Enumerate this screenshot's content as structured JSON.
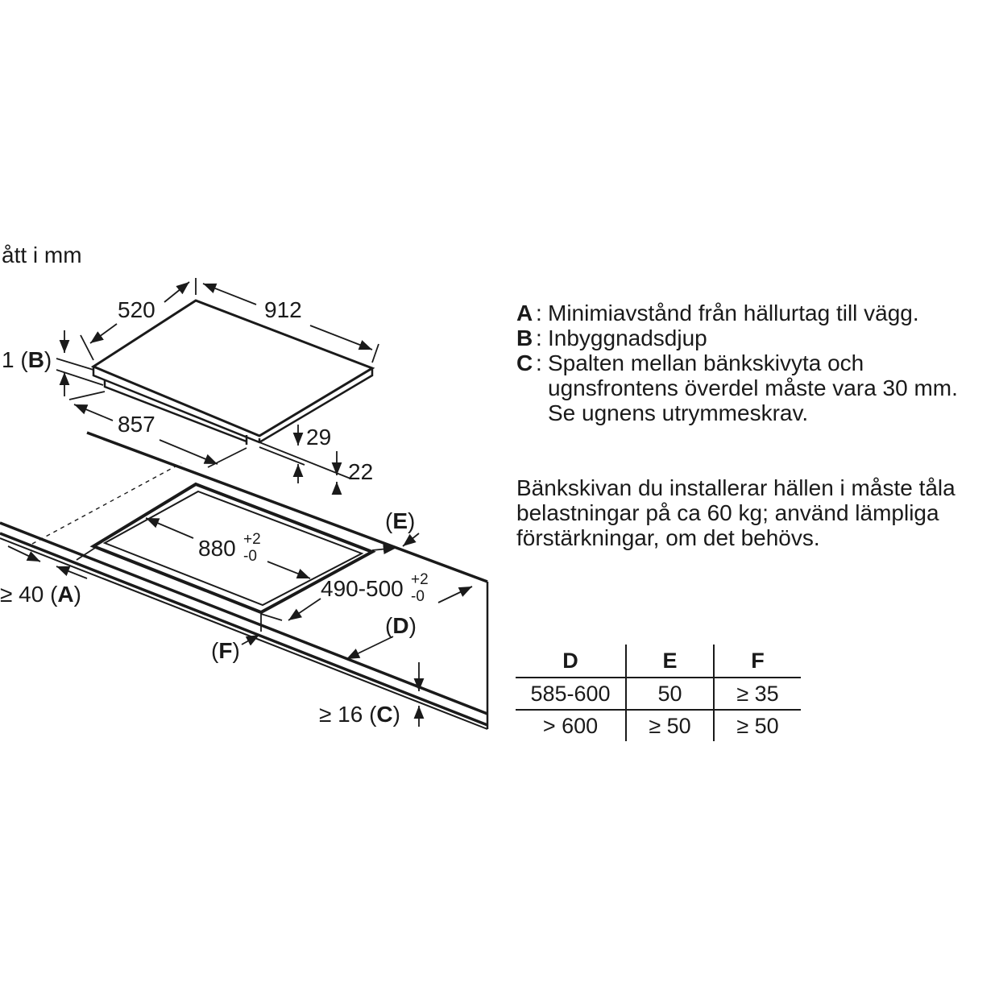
{
  "unit_caption": "ått i mm",
  "dims": {
    "d520": "520",
    "d912": "912",
    "dB": "1 (B)",
    "d857": "857",
    "d29": "29",
    "d22": "22",
    "cutout_w": "880",
    "cutout_w_tol_plus": "+2",
    "cutout_w_tol_minus": "-0",
    "cutout_d": "490-500",
    "cutout_d_tol_plus": "+2",
    "cutout_d_tol_minus": "-0",
    "E": "(E)",
    "D": "(D)",
    "F": "(F)",
    "A_prefix": "≥ 40",
    "A": "(A)",
    "C_prefix": "≥ 16",
    "C": "(C)"
  },
  "legend": [
    {
      "key": "A",
      "lines": [
        "Minimiavstånd från hällurtag till vägg."
      ]
    },
    {
      "key": "B",
      "lines": [
        "Inbyggnadsdjup"
      ]
    },
    {
      "key": "C",
      "lines": [
        "Spalten mellan bänkskivyta och",
        "ugnsfrontens överdel måste vara 30 mm.",
        "Se ugnens utrymmeskrav."
      ]
    }
  ],
  "note": [
    "Bänkskivan du installerar hällen i måste tåla",
    "belastningar på ca 60 kg; använd lämpliga",
    "förstärkningar, om det behövs."
  ],
  "table": {
    "headers": [
      "D",
      "E",
      "F"
    ],
    "rows": [
      [
        "585-600",
        "50",
        "≥ 35"
      ],
      [
        "> 600",
        "≥ 50",
        "≥ 50"
      ]
    ]
  }
}
